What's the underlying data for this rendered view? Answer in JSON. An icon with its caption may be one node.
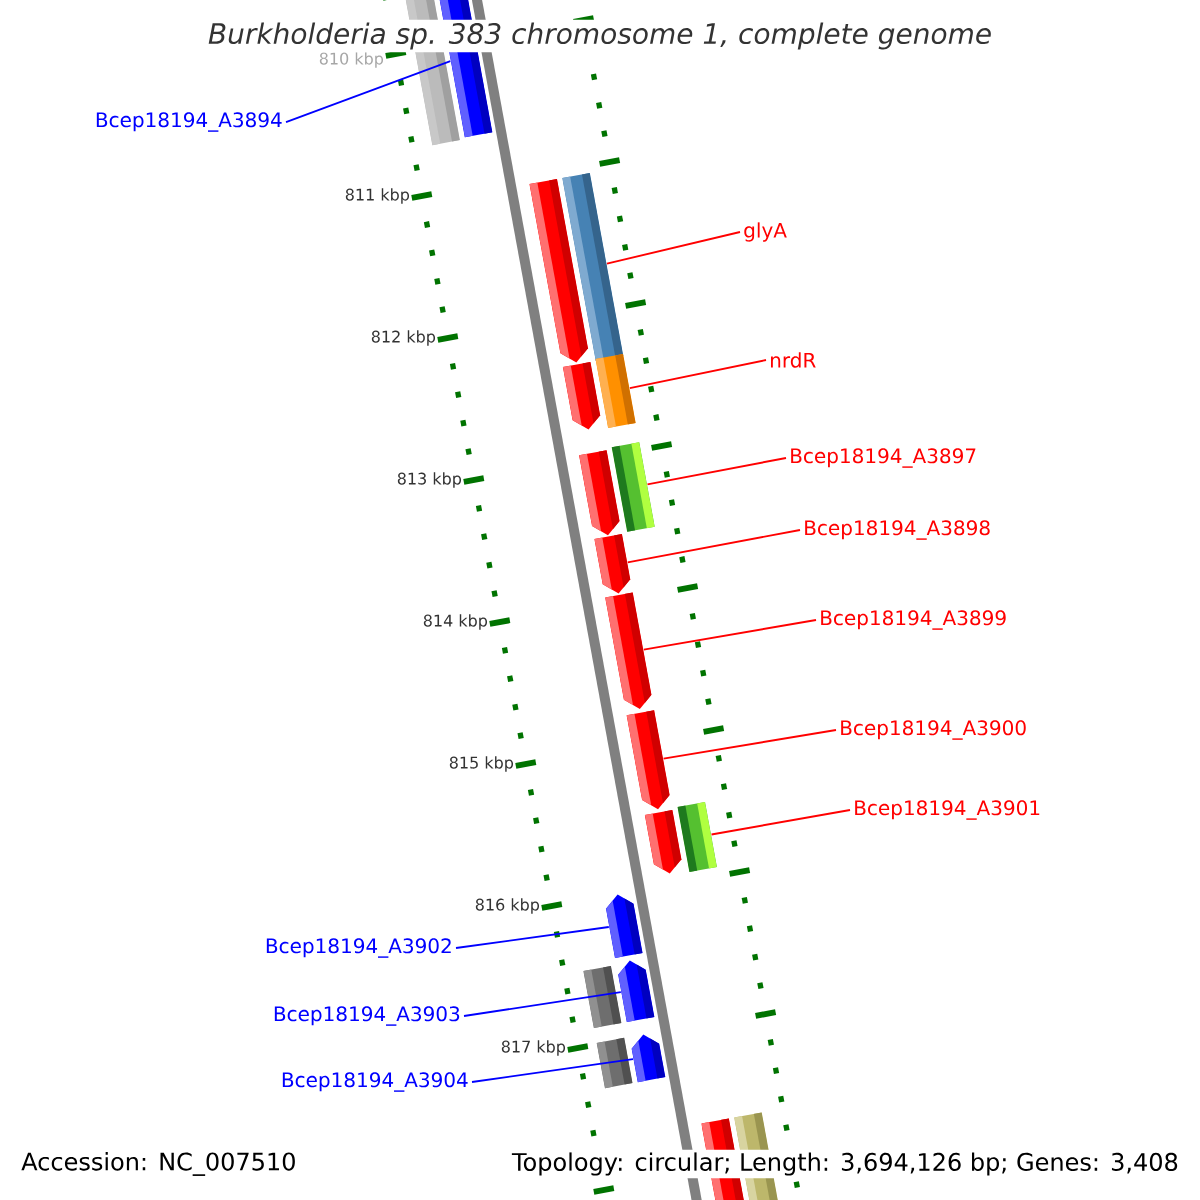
{
  "diagram": {
    "title": "Burkholderia sp. 383 chromosome 1, complete genome",
    "nodes": [
      {
        "text": [],
        "shape": "box"
      },
      {
        "text": [],
        "shape": "box"
      },
      {
        "text": [],
        "shape": "pentagon"
      },
      {
        "text": [],
        "shape": "box"
      },
      {
        "text": [],
        "shape": "pentagon"
      },
      {
        "text": [],
        "shape": "box"
      },
      {
        "text": [],
        "shape": "pentagon"
      },
      {
        "text": [],
        "shape": "box"
      },
      {
        "text": [],
        "shape": "pentagon"
      },
      {
        "text": [],
        "shape": "pentagon"
      },
      {
        "text": [],
        "shape": "pentagon"
      },
      {
        "text": [],
        "shape": "pentagon"
      },
      {
        "text": [],
        "shape": "box"
      },
      {
        "text": [],
        "shape": "pentagon"
      },
      {
        "text": [],
        "shape": "box"
      },
      {
        "text": [],
        "shape": "pentagon"
      },
      {
        "text": [],
        "shape": "box"
      },
      {
        "text": [],
        "shape": "pentagon"
      },
      {
        "text": [],
        "shape": "box"
      },
      {
        "text": [],
        "shape": "box"
      },
      {
        "text": [
          "Bcep18194_A3894"
        ]
      },
      {
        "text": [
          "glyA"
        ]
      },
      {
        "text": [
          "nrdR"
        ]
      },
      {
        "text": [
          "Bcep18194_A3897"
        ]
      },
      {
        "text": [
          "Bcep18194_A3898"
        ]
      },
      {
        "text": [
          "Bcep18194_A3899"
        ]
      },
      {
        "text": [
          "Bcep18194_A3900"
        ]
      },
      {
        "text": [
          "Bcep18194_A3901"
        ]
      },
      {
        "text": [
          "Bcep18194_A3902"
        ]
      },
      {
        "text": [
          "Bcep18194_A3903"
        ]
      },
      {
        "text": [
          "Bcep18194_A3904"
        ]
      }
    ],
    "edges": [
      {
        "from": 20,
        "to": 1,
        "arrow": "none",
        "color": "#0000ff"
      },
      {
        "from": 21,
        "to": 3,
        "arrow": "none"
      },
      {
        "from": 22,
        "to": 5,
        "arrow": "none"
      },
      {
        "from": 23,
        "to": 7,
        "arrow": "none"
      },
      {
        "from": 24,
        "to": 8,
        "arrow": "none"
      },
      {
        "from": 25,
        "to": 9,
        "arrow": "none"
      },
      {
        "from": 26,
        "to": 10,
        "arrow": "none"
      },
      {
        "from": 27,
        "to": 12,
        "arrow": "none"
      },
      {
        "from": 28,
        "to": 13,
        "arrow": "none",
        "color": "#0000ff"
      },
      {
        "from": 29,
        "to": 15,
        "arrow": "none",
        "color": "#0000ff"
      },
      {
        "from": 30,
        "to": 17,
        "arrow": "none",
        "color": "#0000ff"
      }
    ],
    "labels": [
      "810 kbp",
      "811 kbp",
      "812 kbp",
      "813 kbp",
      "814 kbp",
      "815 kbp",
      "816 kbp",
      "817 kbp",
      "Accession: NC_007510",
      "Topology: circular; Length: 3,694,126 bp; Genes: 3,408"
    ]
  }
}
